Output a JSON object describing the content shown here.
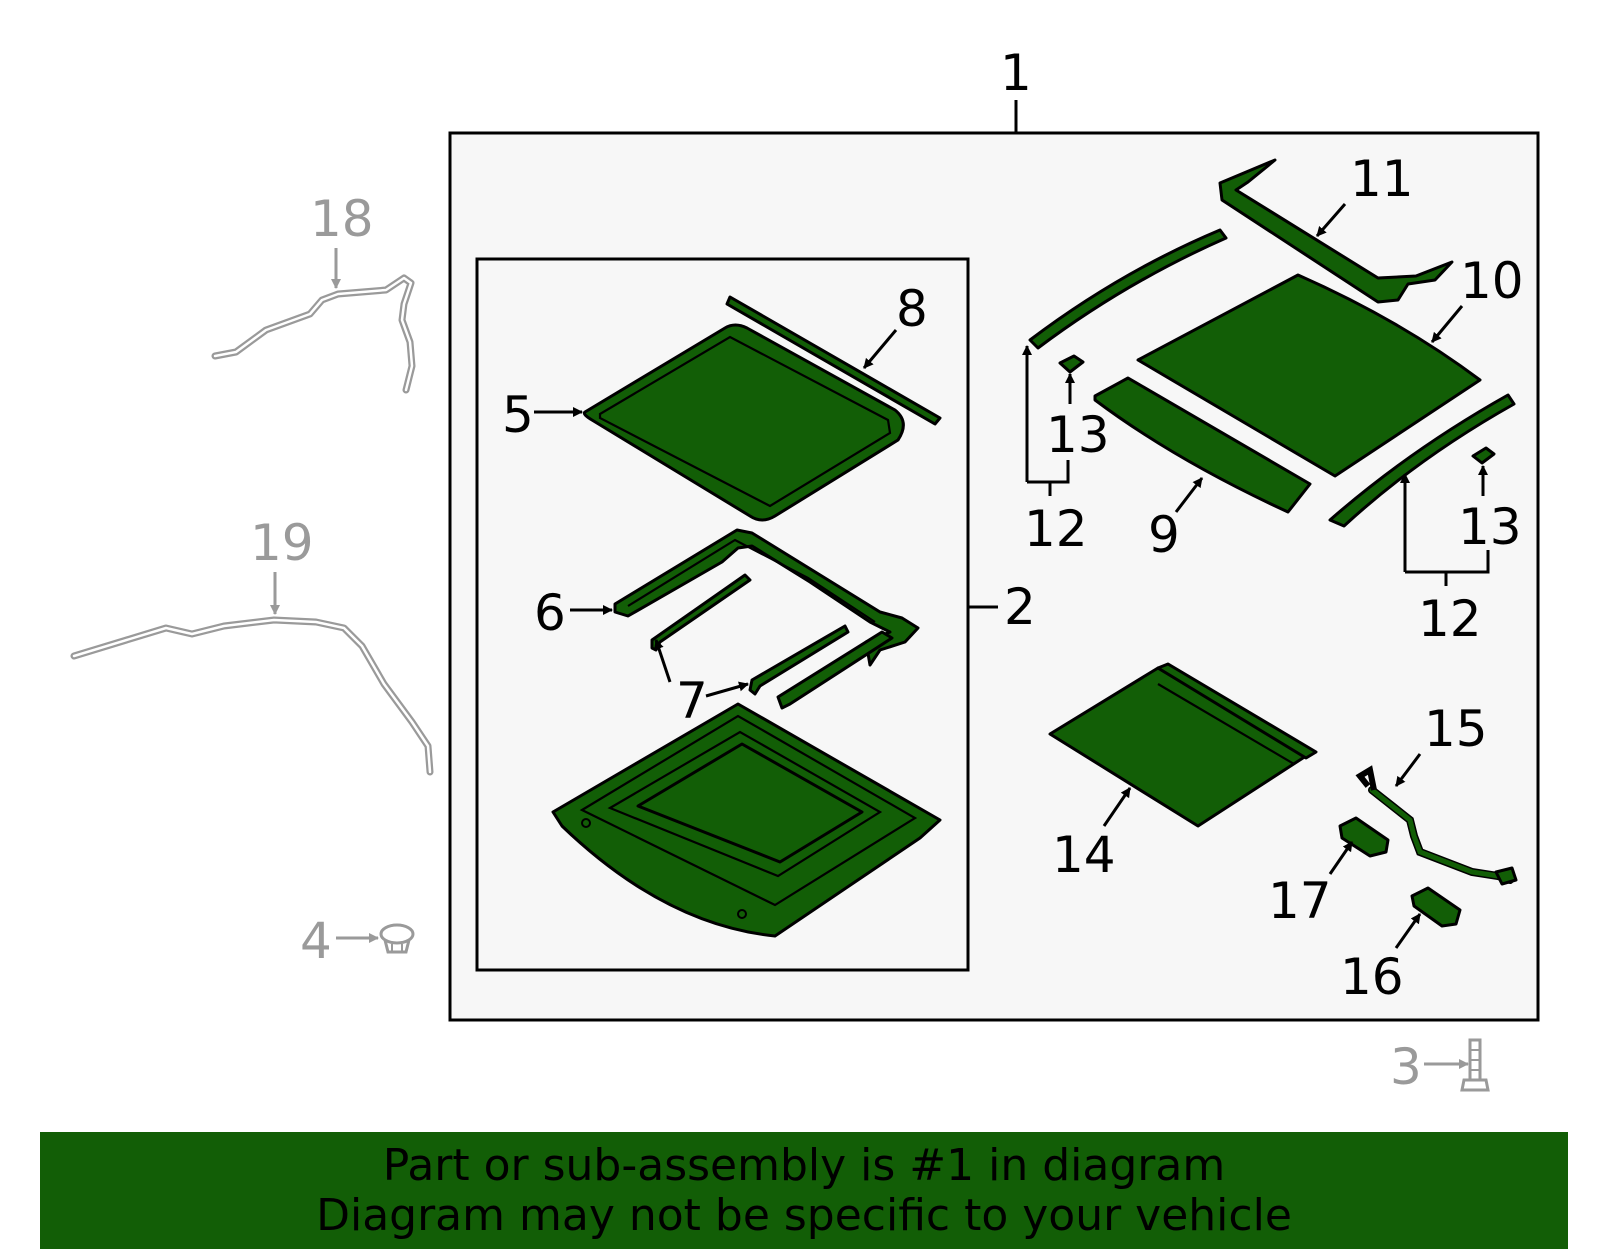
{
  "callouts": {
    "c1": "1",
    "c2": "2",
    "c3": "3",
    "c4": "4",
    "c5": "5",
    "c6": "6",
    "c7": "7",
    "c8": "8",
    "c9": "9",
    "c10": "10",
    "c11": "11",
    "c12a": "12",
    "c12b": "12",
    "c13a": "13",
    "c13b": "13",
    "c14": "14",
    "c15": "15",
    "c16": "16",
    "c17": "17",
    "c18": "18",
    "c19": "19"
  },
  "colors": {
    "part_fill": "#125e06",
    "callout_grey": "#9a9a9a",
    "panel_bg": "#f7f7f7",
    "banner_bg": "#125e06"
  },
  "banner": {
    "line1": "Part or sub-assembly is #1 in diagram",
    "line2": "Diagram may not be specific to your vehicle"
  }
}
